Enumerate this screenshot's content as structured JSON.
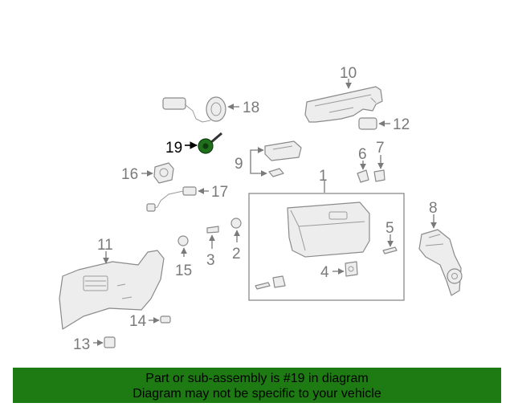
{
  "callouts": {
    "n1": "1",
    "n2": "2",
    "n3": "3",
    "n4": "4",
    "n5": "5",
    "n6": "6",
    "n7": "7",
    "n8": "8",
    "n9": "9",
    "n10": "10",
    "n11": "11",
    "n12": "12",
    "n13": "13",
    "n14": "14",
    "n15": "15",
    "n16": "16",
    "n17": "17",
    "n18": "18",
    "n19": "19"
  },
  "banner": {
    "line1": "Part or sub-assembly is #19 in diagram",
    "line2": "Diagram may not be specific to your vehicle",
    "color": "#1e7b13"
  },
  "highlight_color": "#1f6f1c"
}
